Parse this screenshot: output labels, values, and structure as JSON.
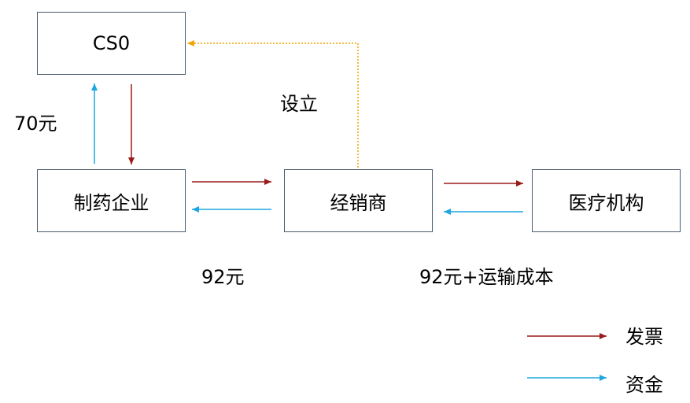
{
  "colors": {
    "invoice": "#9b1b1b",
    "funds": "#1ea7df",
    "setup": "#f0a400",
    "node_border": "#4a5a6e"
  },
  "nodes": {
    "cso": "CS0",
    "pharma": "制药企业",
    "distributor": "经销商",
    "medical": "医疗机构"
  },
  "labels": {
    "setup": "设立",
    "cso_payment": "70元",
    "pharma_payment": "92元",
    "medical_payment": "92元+运输成本"
  },
  "legend": {
    "invoice": "发票",
    "funds": "资金"
  }
}
